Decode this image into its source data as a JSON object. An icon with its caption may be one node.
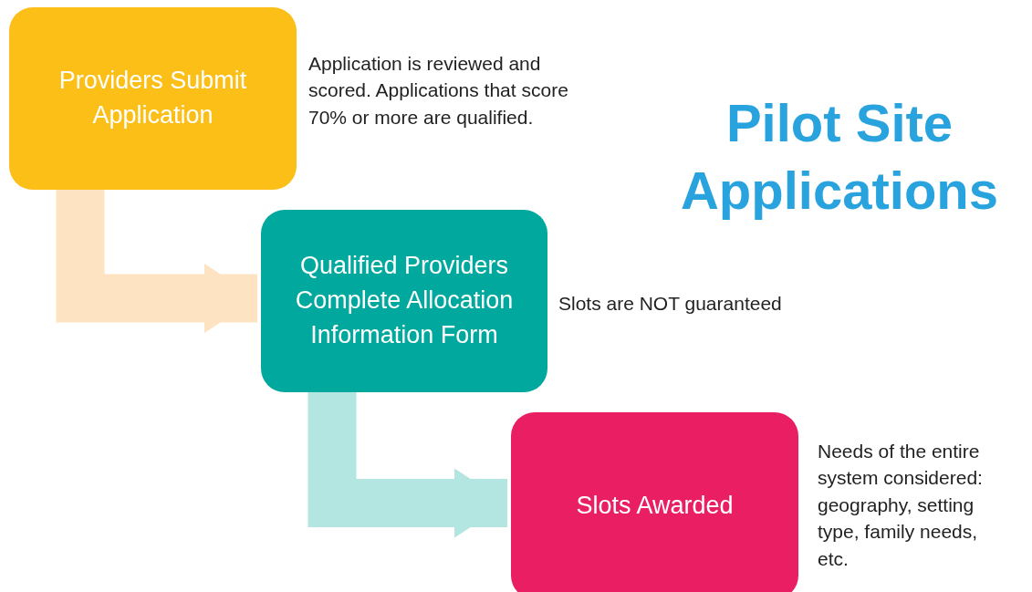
{
  "diagram": {
    "title": "Pilot Site Applications",
    "nodes": [
      {
        "text": [
          "Providers Submit Application"
        ],
        "beside": [
          "Application is reviewed and scored. Applications that score 70% or more are qualified."
        ]
      },
      {
        "text": [
          "Qualified Providers Complete Allocation Information Form"
        ],
        "beside": [
          "Slots are NOT guaranteed"
        ]
      },
      {
        "text": [
          "Slots Awarded"
        ],
        "beside": [
          "Needs of the entire system considered: geography, setting type, family needs, etc."
        ]
      }
    ],
    "edges": [
      {
        "from": 0,
        "to": 1,
        "arrow": "to",
        "color": "#fde3c2"
      },
      {
        "from": 1,
        "to": 2,
        "arrow": "to",
        "color": "#b3e6e0"
      }
    ]
  }
}
